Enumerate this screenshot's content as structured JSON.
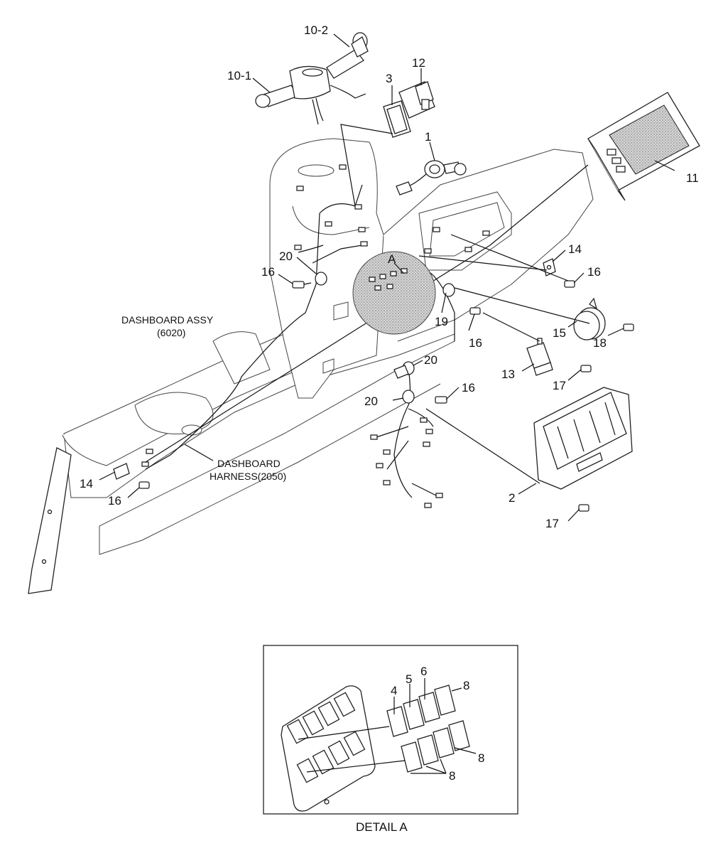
{
  "diagram": {
    "labels": {
      "p10_2": "10-2",
      "p10_1": "10-1",
      "p12": "12",
      "p3": "3",
      "p1": "1",
      "p11": "11",
      "p14a": "14",
      "p16a": "16",
      "p20a": "20",
      "p16b": "16",
      "p_a": "A",
      "p19": "19",
      "p16c": "16",
      "p15": "15",
      "p18": "18",
      "p13": "13",
      "p17a": "17",
      "p20b": "20",
      "p20c": "20",
      "p16d": "16",
      "p2": "2",
      "p17b": "17",
      "p14b": "14",
      "p16e": "16"
    },
    "captions": {
      "dash_assy_1": "DASHBOARD ASSY",
      "dash_assy_2": "(6020)",
      "harness_1": "DASHBOARD",
      "harness_2": "HARNESS(2050)"
    },
    "detail": {
      "labels": {
        "d4": "4",
        "d5": "5",
        "d6": "6",
        "d8a": "8",
        "d8b": "8",
        "d8c": "8"
      },
      "title": "DETAIL A"
    }
  }
}
